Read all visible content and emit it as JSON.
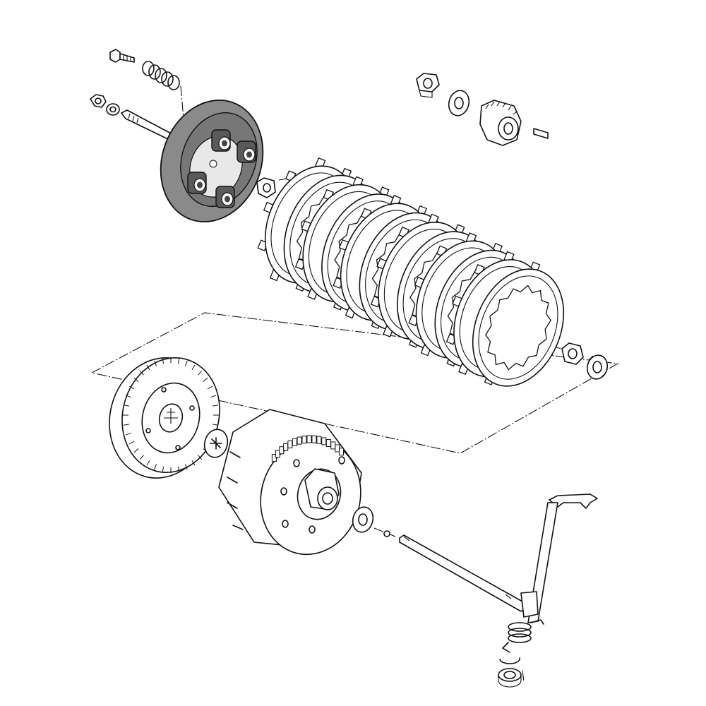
{
  "diagram": {
    "type": "exploded-parts-diagram",
    "subject": "clutch-assembly",
    "highlight_color": "#8a8a8a",
    "line_color": "#111111",
    "background": "#ffffff",
    "clutch_plates": {
      "friction_plate_count": 6,
      "steel_plate_count": 6
    }
  }
}
